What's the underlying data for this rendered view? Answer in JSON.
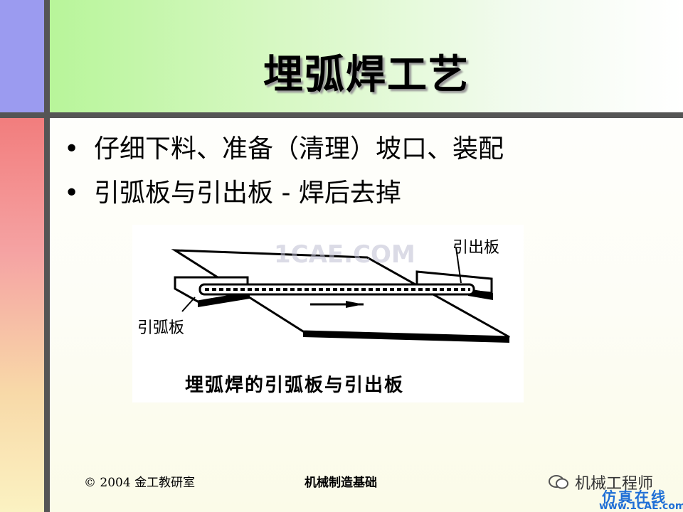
{
  "slide": {
    "title": "埋弧焊工艺",
    "bullets": [
      {
        "marker": "•",
        "text": "仔细下料、准备（清理）坡口、装配"
      },
      {
        "marker": "•",
        "text": "引弧板与引出板 - 焊后去掉"
      }
    ]
  },
  "figure": {
    "watermark": "1CAE.COM",
    "label_run_out_tab": "引出板",
    "label_run_on_tab": "引弧板",
    "caption": "埋弧焊的引弧板与引出板"
  },
  "footer": {
    "copyright": "© 2004 金工教研室",
    "course": "机械制造基础"
  },
  "watermarks": {
    "wechat_account": "机械工程师",
    "site_tagline": "仿真在线",
    "site_url": "www.1CAE.com"
  },
  "colors": {
    "left_bar_top": "#9b9bf0",
    "left_bar_bottom": "#f27c7c",
    "title_band": "#b8f59a",
    "divider": "#555555",
    "watermark_blue": "#1f6fd6"
  }
}
